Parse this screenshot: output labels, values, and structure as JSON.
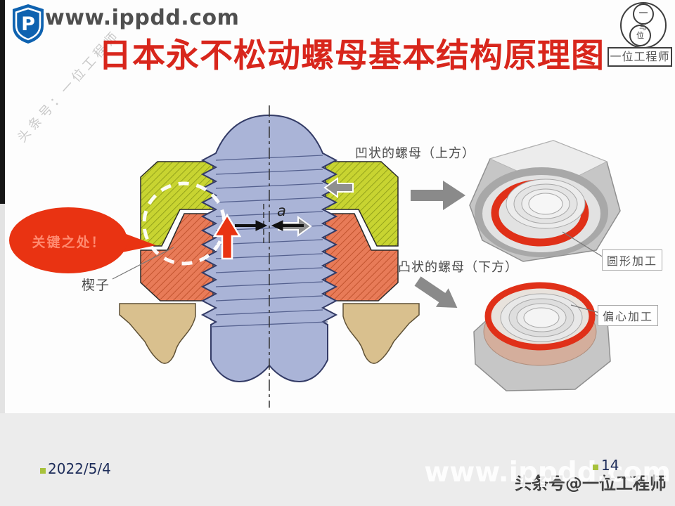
{
  "header": {
    "site": "www.ippdd.com",
    "title": "日本永不松动螺母基本结构原理图",
    "logo_letter": "P",
    "diagonal_watermark": "头条号：一位工程师",
    "badge": {
      "c_top": "一",
      "c_mid": "与",
      "c_bot": "位",
      "label": "一位工程师"
    }
  },
  "diagram": {
    "callout": "关键之处！",
    "label_upper_nut": "凹状的螺母（上方）",
    "label_lower_nut": "凸状的螺母（下方）",
    "label_wedge": "楔子",
    "dim_letter": "a",
    "label_round": "圆形加工",
    "label_eccentric": "偏心加工"
  },
  "footer": {
    "date": "2022/5/4",
    "page": "14",
    "watermark_site": "www.ippdd.com",
    "watermark_handle": "头条号@一位工程师"
  },
  "colors": {
    "title_red": "#d8261c",
    "logo_blue": "#0e62b0",
    "bolt_blue": "#aab4d7",
    "nut_yellow": "#c8d431",
    "nut_orange": "#e87b58",
    "washer_tan": "#d9c08e",
    "bubble_red": "#e93312",
    "ring_red": "#e03018",
    "accent_green": "#a8c23c",
    "footer_navy": "#1e2d5a"
  }
}
